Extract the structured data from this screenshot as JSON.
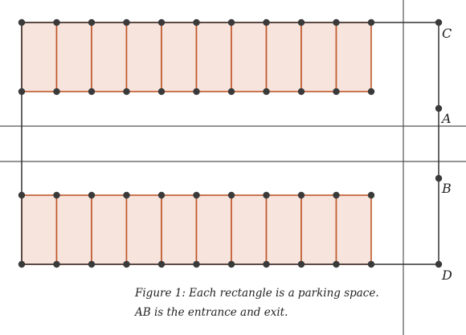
{
  "figure": {
    "points": {
      "C": "C",
      "A": "A",
      "B": "B",
      "D": "D"
    },
    "caption": {
      "line1": "Figure 1: Each rectangle is a parking space.",
      "line2": "AB is the entrance and exit."
    },
    "rows": [
      {
        "name": "top-row",
        "spaces": 10
      },
      {
        "name": "bottom-row",
        "spaces": 10
      }
    ],
    "colors": {
      "space_fill": "#f6e4dd",
      "space_edge": "#c0572a",
      "outline": "#333333",
      "road_line": "#555555",
      "vertex": "#3a3a3a"
    }
  }
}
